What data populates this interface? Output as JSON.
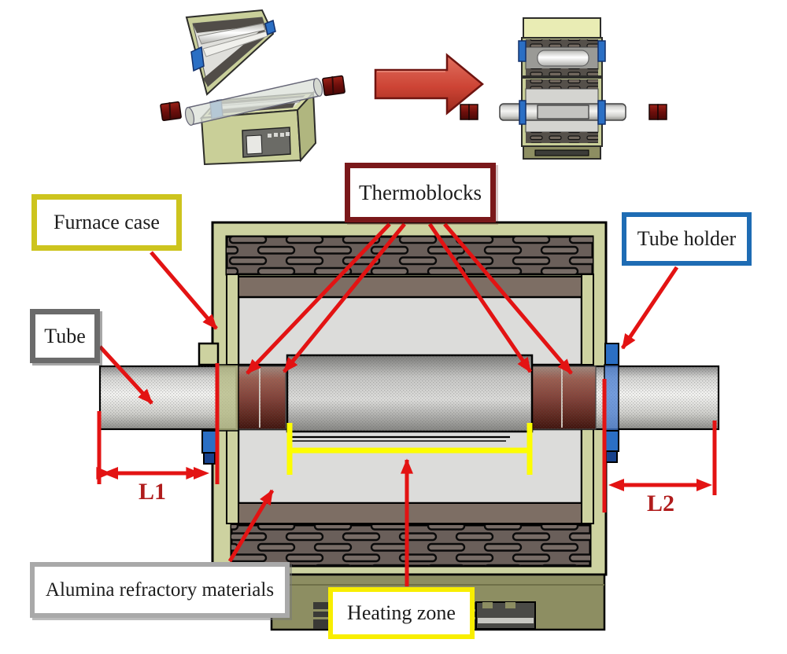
{
  "labels": {
    "furnace_case": {
      "text": "Furnace case",
      "border_color": "#cdc41e"
    },
    "thermoblocks": {
      "text": "Thermoblocks",
      "border_color": "#7a181a"
    },
    "tube_holder": {
      "text": "Tube holder",
      "border_color": "#1e6cb4"
    },
    "tube": {
      "text": "Tube",
      "border_color": "#6b6b6b"
    },
    "alumina_refractory": {
      "text": "Alumina refractory materials",
      "border_color": "#a9a9a9"
    },
    "heating_zone": {
      "text": "Heating zone",
      "border_color": "#f8ee00"
    }
  },
  "dimensions": {
    "left_overhang": "L1",
    "right_overhang": "L2",
    "text_color": "#b01c1c"
  },
  "palette": {
    "arrow_red": "#e31313",
    "furnace_case_khaki": "#cdd2a0",
    "refractory_brick_brown": "#6a5f5a",
    "insulation_gray": "#dcdcda",
    "thermoblock_maroon": "#83433a",
    "tube_holder_blue": "#2b6fc4",
    "heating_bracket_yellow": "#fdfd00",
    "base_olive": "#8d8e62",
    "end_cap_dark_red": "#6e0f0c",
    "transition_arrow_red": "#cd4435"
  }
}
